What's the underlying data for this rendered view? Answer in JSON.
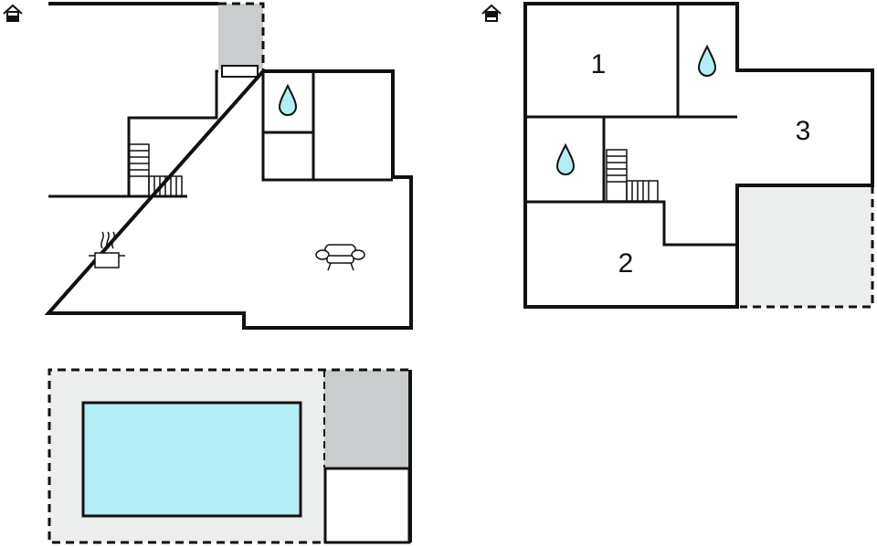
{
  "floorplan": {
    "colors": {
      "wall": "#111111",
      "terrace": "#eceeee",
      "covered": "#c9cdcd",
      "pool": "#b3eef5",
      "drop": "#b3eef5"
    },
    "icons": {
      "floor_ground": "floor-level-ground-icon",
      "floor_upper": "floor-level-upper-icon",
      "kitchen": "cooking-pot-icon",
      "living": "armchair-icon",
      "bathroom": "water-drop-icon",
      "stairs": "staircase-icon"
    },
    "rooms": [
      {
        "label": "1"
      },
      {
        "label": "2"
      },
      {
        "label": "3"
      }
    ]
  }
}
